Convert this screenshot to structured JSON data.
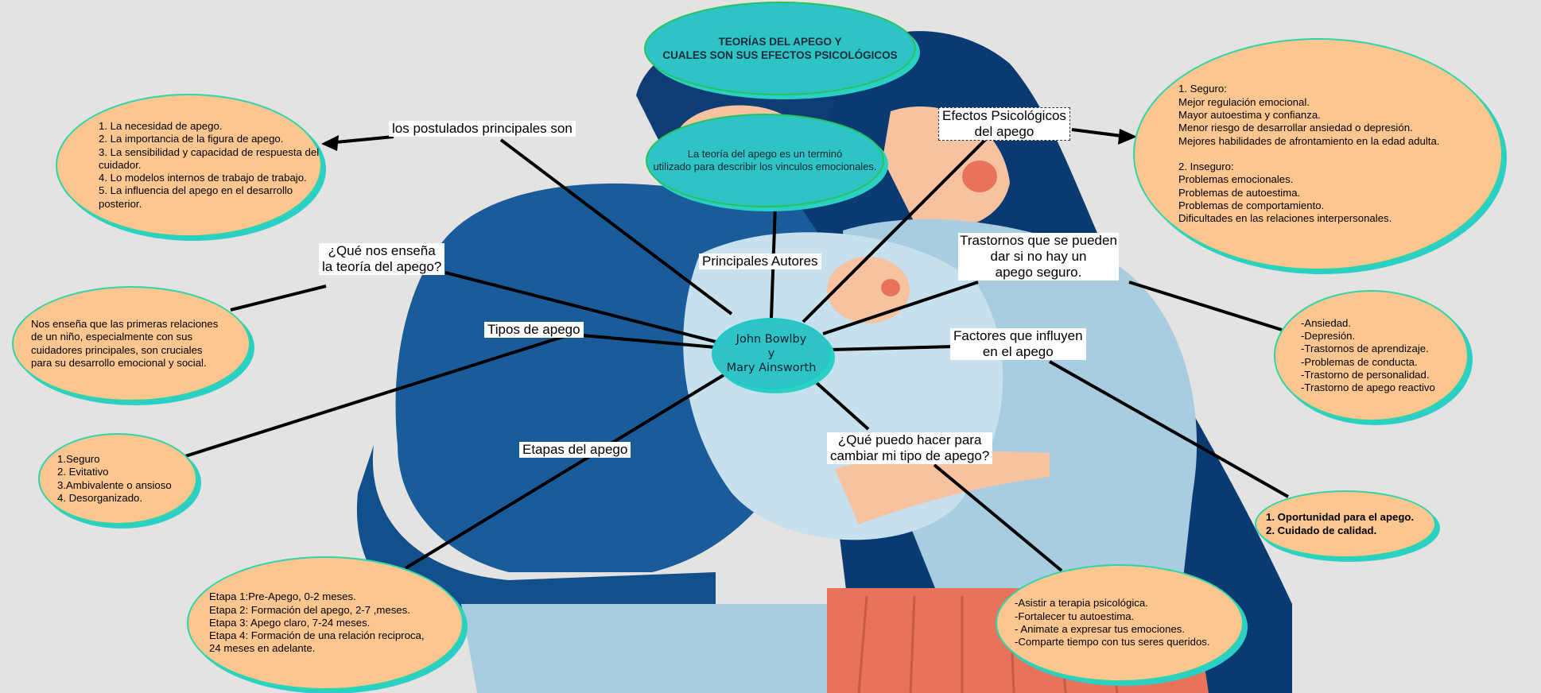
{
  "title": {
    "line1": "TEORÍAS DEL APEGO Y",
    "line2": "CUALES SON SUS EFECTOS PSICOLÓGICOS"
  },
  "definition": "La teoría del apego es un terminó\nutilizado para describir los vinculos emocionales.",
  "center": "John Bowlby\ny\nMary Ainsworth",
  "labels": {
    "postulados": "los postulados principales son",
    "que_ensena": "¿Qué nos enseña\nla teoría del apego?",
    "tipos": "Tipos de apego",
    "etapas": "Etapas del apego",
    "autores": "Principales Autores",
    "efectos": "Efectos Psicológicos\ndel apego",
    "trastornos": "Trastornos que se pueden\ndar si no hay un\napego seguro.",
    "factores": "Factores que influyen\nen el apego",
    "que_hacer": "¿Qué puedo hacer para\ncambiar mi tipo de apego?"
  },
  "boxes": {
    "postulados": "1. La necesidad de apego.\n2. La importancia de la figura de apego.\n3. La sensibilidad y capacidad de respuesta del\n   cuidador.\n4. Lo modelos internos de trabajo de trabajo.\n5. La influencia del apego en el desarrollo\nposterior.",
    "ensena": "Nos enseña que las primeras relaciones\nde un niño, especialmente con sus\ncuidadores principales, son cruciales\npara su desarrollo emocional y social.",
    "tipos": "1.Seguro\n2. Evitativo\n3.Ambivalente o ansioso\n4. Desorganizado.",
    "etapas": "Etapa 1:Pre-Apego, 0-2 meses.\nEtapa 2: Formación  del apego, 2-7 ,meses.\nEtapa 3: Apego claro, 7-24 meses.\nEtapa 4: Formación de una relación reciproca,\n24 meses en adelante.",
    "efectos": "1. Seguro:\nMejor regulación emocional.\nMayor autoestima y confianza.\nMenor riesgo de desarrollar ansiedad o depresión.\nMejores habilidades de afrontamiento en la edad adulta.\n\n2. Inseguro:\nProblemas emocionales.\nProblemas de autoestima.\nProblemas de comportamiento.\nDificultades en las relaciones interpersonales.",
    "trastornos": "-Ansiedad.\n-Depresión.\n-Trastornos de aprendizaje.\n-Problemas de conducta.\n-Trastorno de personalidad.\n-Trastorno de apego reactivo",
    "factores": "1. Oportunidad para el apego.\n2. Cuidado de calidad.",
    "que_hacer": "-Asistir a terapia psicológica.\n-Fortalecer tu autoestima.\n- Animate a expresar tus emociones.\n-Comparte tiempo con tus seres queridos."
  },
  "colors": {
    "teal": "#2ec4c6",
    "peach": "#fcc691",
    "oval_border": "#2fd4a8",
    "connector": "#000000",
    "navy": "#0a3a72",
    "blue": "#1a5c9a",
    "light_blue": "#a8cde0",
    "skin": "#f7c2a0",
    "coral": "#e9735a"
  }
}
